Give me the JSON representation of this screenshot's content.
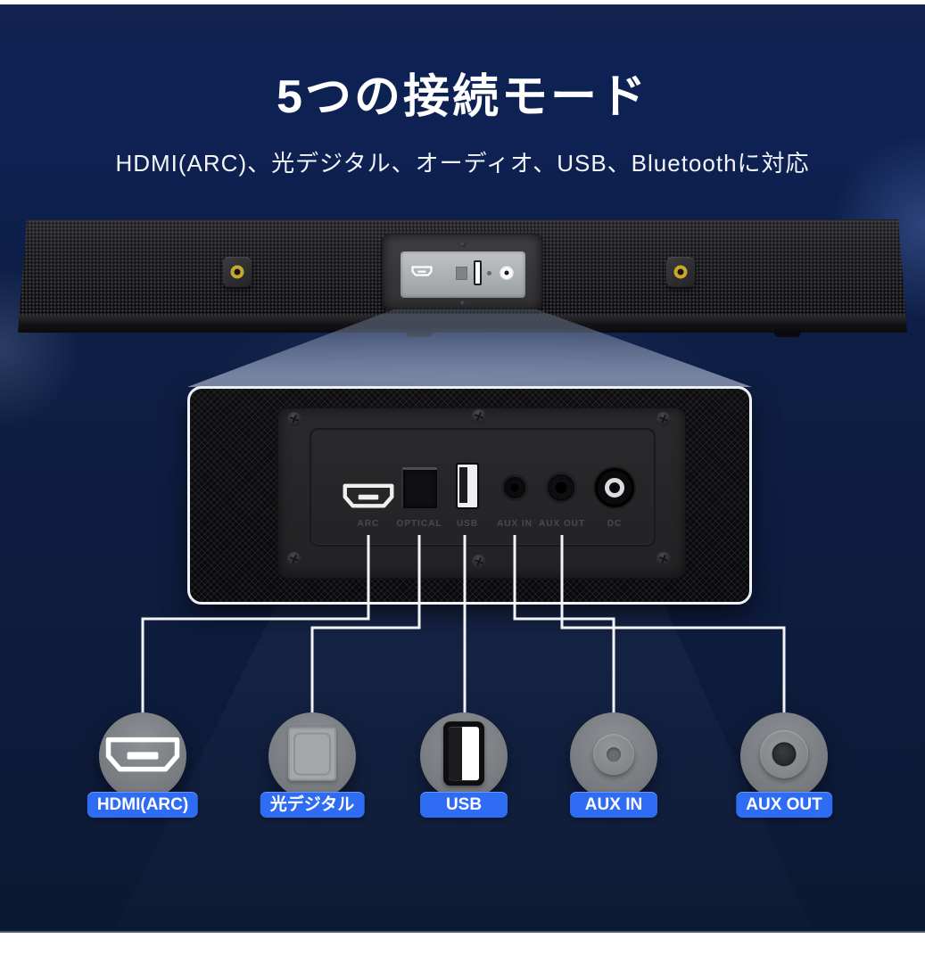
{
  "title": "5つの接続モード",
  "subtitle": "HDMI(ARC)、光デジタル、オーディオ、USB、Bluetoothに対応",
  "rear_panel": {
    "port_labels": {
      "arc": "ARC",
      "optical": "OPTICAL",
      "usb": "USB",
      "aux_in": "AUX IN",
      "aux_out": "AUX OUT",
      "dc": "DC"
    }
  },
  "connections": [
    {
      "label": "HDMI(ARC)",
      "icon": "hdmi-port-icon"
    },
    {
      "label": "光デジタル",
      "icon": "optical-port-icon"
    },
    {
      "label": "USB",
      "icon": "usb-port-icon"
    },
    {
      "label": "AUX IN",
      "icon": "aux-in-jack-icon"
    },
    {
      "label": "AUX OUT",
      "icon": "aux-out-jack-icon"
    }
  ],
  "colors": {
    "accent_blue": "#2e6cf3",
    "background_navy": "#0d1d44",
    "line_white": "#f2f4f7",
    "bracket_yellow": "#c9a72f"
  }
}
